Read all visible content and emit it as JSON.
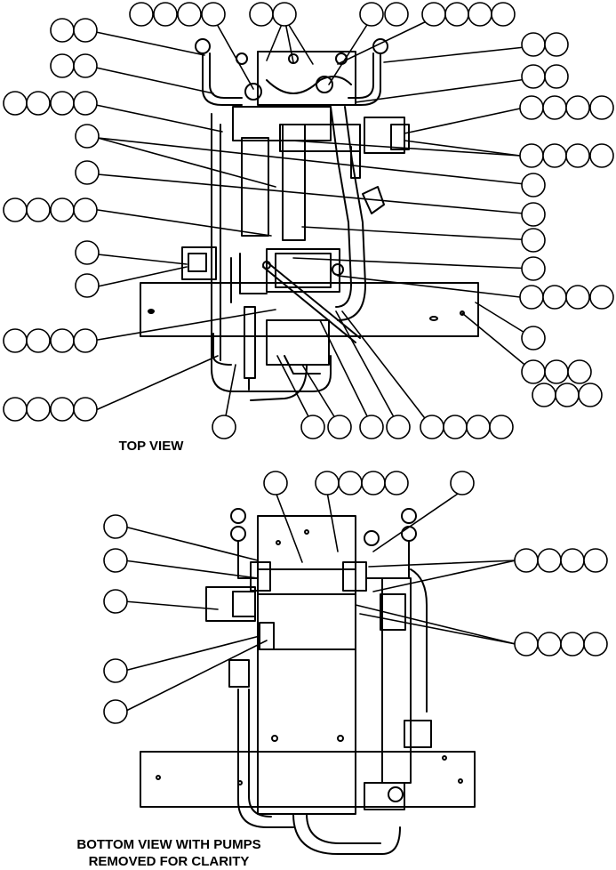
{
  "captions": {
    "top_view": "TOP VIEW",
    "bottom_view_line1": "BOTTOM VIEW WITH PUMPS",
    "bottom_view_line2": "REMOVED FOR CLARITY"
  },
  "colors": {
    "line": "#000000",
    "background": "#ffffff"
  }
}
